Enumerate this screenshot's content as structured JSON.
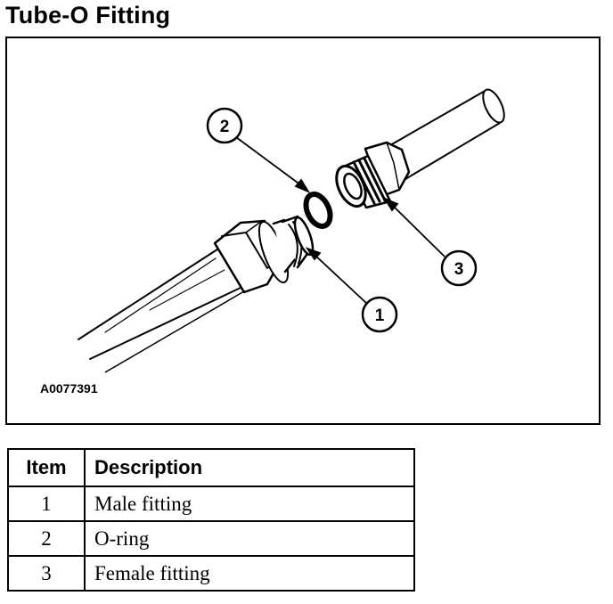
{
  "title": "Tube-O Fitting",
  "figure": {
    "id": "A0077391",
    "callouts": [
      "1",
      "2",
      "3"
    ]
  },
  "table": {
    "headers": [
      "Item",
      "Description"
    ],
    "rows": [
      {
        "item": "1",
        "description": "Male fitting"
      },
      {
        "item": "2",
        "description": "O-ring"
      },
      {
        "item": "3",
        "description": "Female fitting"
      }
    ]
  },
  "colors": {
    "ink": "#000000",
    "background": "#ffffff"
  }
}
